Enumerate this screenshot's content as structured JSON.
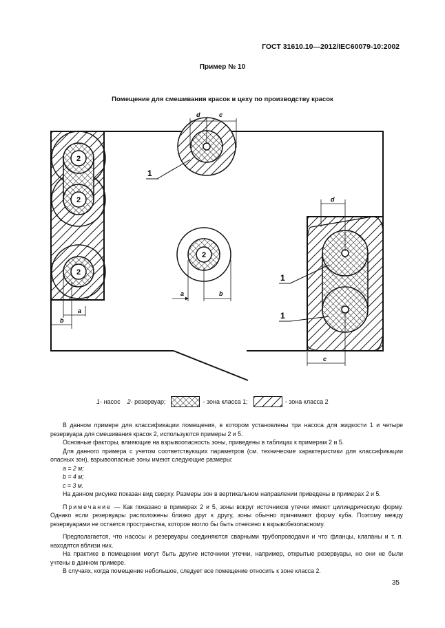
{
  "header": {
    "standard": "ГОСТ 31610.10—2012/IEC60079-10:2002"
  },
  "title": "Пример № 10",
  "figure": {
    "caption": "Помещение для смешивания красок в цеху по производству красок",
    "labels": {
      "tank": "2",
      "pump": "1",
      "a": "a",
      "b": "b",
      "c": "c",
      "d": "d"
    }
  },
  "legend": {
    "pump_num": "1",
    "pump_text": " - насос",
    "tank_num": "2",
    "tank_text": " - резервуар;",
    "zone1": "- зона класса 1;",
    "zone2": "- зона класса 2"
  },
  "body": {
    "p1": "В данном примере для классификации помещения, в котором установлены три насоса для жидкости 1 и четыре резервуара для смешивания красок 2, используются примеры 2 и 5.",
    "p2": "Основные факторы, влияющие на взрывоопасность зоны, приведены в таблицах к примерам 2 и 5.",
    "p3": "Для данного примера с учетом соответствующих параметров (см. технические характеристики для классификации опасных зон), взрывоопасные зоны имеют следующие размеры:",
    "dim_a": "a = 2 м;",
    "dim_b": "b = 4 м;",
    "dim_c": "c = 3 м.",
    "p4": "На данном рисунке показан вид сверху. Размеры зон в вертикальном направлении приведены в примерах 2 и 5.",
    "note_label": "Примечание",
    "note_text": " — Как показано в примерах 2 и 5, зоны вокруг источников утечки имеют цилиндрическую форму. Однако если резервуары расположены близко друг к другу, зоны обычно принимают форму куба. Поэтому между резервуарами не остается пространства, которое могло бы быть отнесено к взрывобезопасному.",
    "p5": "Предполагается, что насосы и резервуары соединяются сварными трубопроводами и что фланцы, клапаны и т. п. находятся вблизи них.",
    "p6": "На практике в помещении могут быть другие источники утечки, например, открытые резервуары, но они не были учтены в данном примере.",
    "p7": "В случаях, когда помещение небольшое, следует все помещение относить к зоне класса 2."
  },
  "page_number": "35"
}
